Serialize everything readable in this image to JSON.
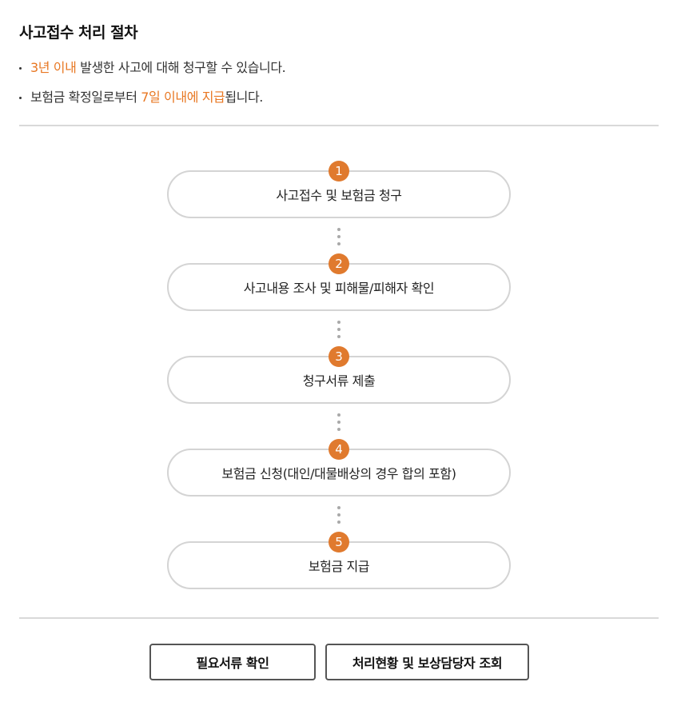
{
  "section": {
    "title": "사고접수 처리 절차"
  },
  "notes": [
    {
      "highlight": "3년 이내",
      "text": " 발생한 사고에 대해 청구할 수 있습니다."
    },
    {
      "prefix": "보험금 확정일로부터 ",
      "highlight": "7일 이내에 지급",
      "suffix": "됩니다."
    }
  ],
  "steps": [
    {
      "number": "1",
      "label": "사고접수 및 보험금 청구"
    },
    {
      "number": "2",
      "label": "사고내용 조사 및 피해물/피해자 확인"
    },
    {
      "number": "3",
      "label": "청구서류 제출"
    },
    {
      "number": "4",
      "label": "보험금 신청(대인/대물배상의 경우 합의 포함)"
    },
    {
      "number": "5",
      "label": "보험금 지급"
    }
  ],
  "actions": {
    "required_docs_label": "필요서류 확인",
    "status_contact_label": "처리현황 및 보상담당자 조회"
  },
  "colors": {
    "accent": "#e87722",
    "step_badge": "#e07a2e",
    "step_border": "#d4d4d4",
    "divider": "#d9d9d9"
  }
}
